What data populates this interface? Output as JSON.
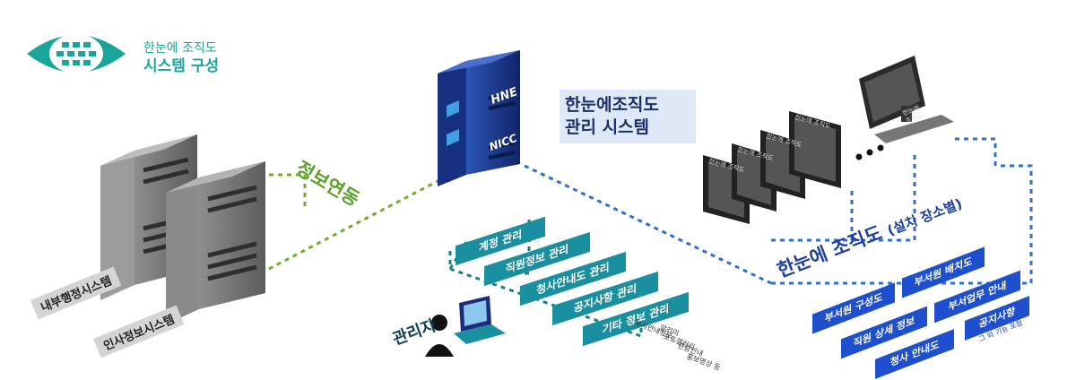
{
  "logo": {
    "line1": "한눈에 조직도",
    "line2": "시스템 구성",
    "icon": "eye-icon",
    "color": "#1aa59a"
  },
  "external_servers": [
    {
      "label": "내부행정시스템"
    },
    {
      "label": "인사정보시스템"
    }
  ],
  "link_label": "정보연동",
  "main_server": {
    "badge_top": "HNE",
    "badge_bottom": "NICC",
    "title_line1": "한눈에조직도",
    "title_line2": "관리 시스템"
  },
  "admin": {
    "label": "관리자",
    "functions": [
      "계정 관리",
      "직원정보 관리",
      "청사안내도 관리",
      "공지사항 관리",
      "기타 정보 관리"
    ],
    "extra_items": [
      "부서안내정보",
      "알리미",
      "포토갤러리",
      "관람안내",
      "홍보영상 등"
    ]
  },
  "kiosk": {
    "screen_label": "한눈에 조직도",
    "title": "한눈에 조직도",
    "subtitle": "(설치 장소별)",
    "buttons": [
      "부서원 구성도",
      "부서원 배치도",
      "직원 상세 정보",
      "부서업무 안내",
      "청사 안내도",
      "공지사항"
    ],
    "note": "그 외 기능 포함"
  },
  "colors": {
    "green_link": "#6fae2f",
    "blue_link": "#2e6fd0",
    "teal_link": "#1a7f8a",
    "button_blue": "#1e4fcf",
    "tag_teal": "#1a8fa0"
  }
}
